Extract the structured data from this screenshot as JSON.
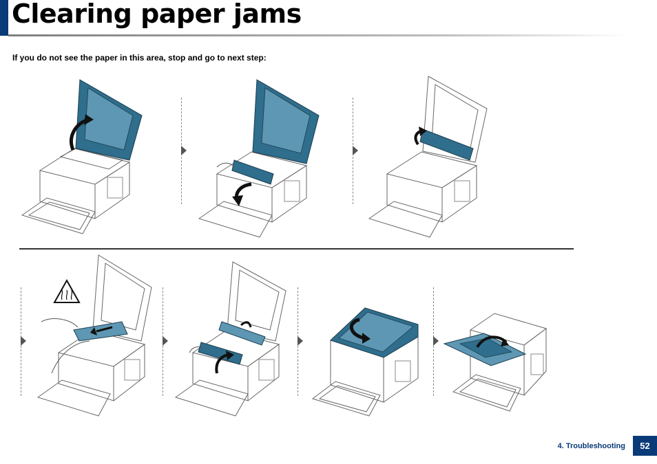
{
  "header": {
    "title": "Clearing paper jams"
  },
  "instruction": "If you do not see the paper in this area, stop and go to next step:",
  "steps": [
    {
      "name": "open-top-cover"
    },
    {
      "name": "remove-toner-cartridge"
    },
    {
      "name": "lift-jam-release-lever"
    },
    {
      "name": "pull-out-jammed-paper"
    },
    {
      "name": "reinsert-toner-cartridge"
    },
    {
      "name": "close-top-cover"
    },
    {
      "name": "open-output-support"
    }
  ],
  "colors": {
    "accent": "#0a3a78",
    "part": "#2f6e8c",
    "partLight": "#5e97b3"
  },
  "footer": {
    "section": "4. Troubleshooting",
    "page": "52"
  }
}
